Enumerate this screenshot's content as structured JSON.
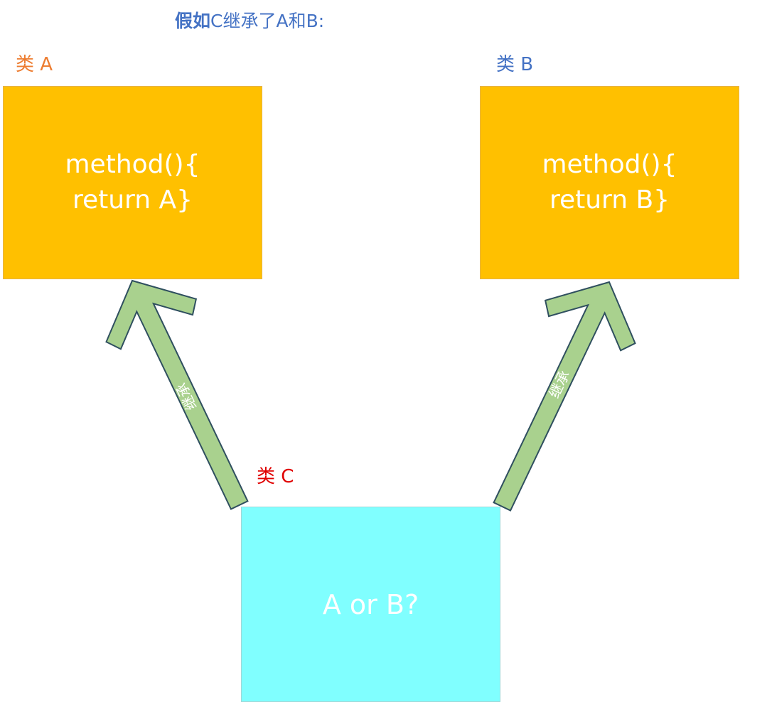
{
  "title": {
    "bold": "假如",
    "rest": "C继承了A和B:"
  },
  "labels": {
    "a": "类 A",
    "b": "类 B",
    "c": "类 C"
  },
  "boxes": {
    "a": {
      "line1": "method(){",
      "line2": "return A}"
    },
    "b": {
      "line1": "method(){",
      "line2": "return B}"
    },
    "c": {
      "text": "A or B?"
    }
  },
  "arrows": {
    "left_label": "继承",
    "right_label": "继承"
  },
  "colors": {
    "box_ab": "#ffc000",
    "box_c": "#80ffff",
    "arrow": "#a9d18e",
    "title": "#4472c4",
    "label_a": "#ed7d31",
    "label_b": "#4472c4",
    "label_c": "#e00000"
  }
}
